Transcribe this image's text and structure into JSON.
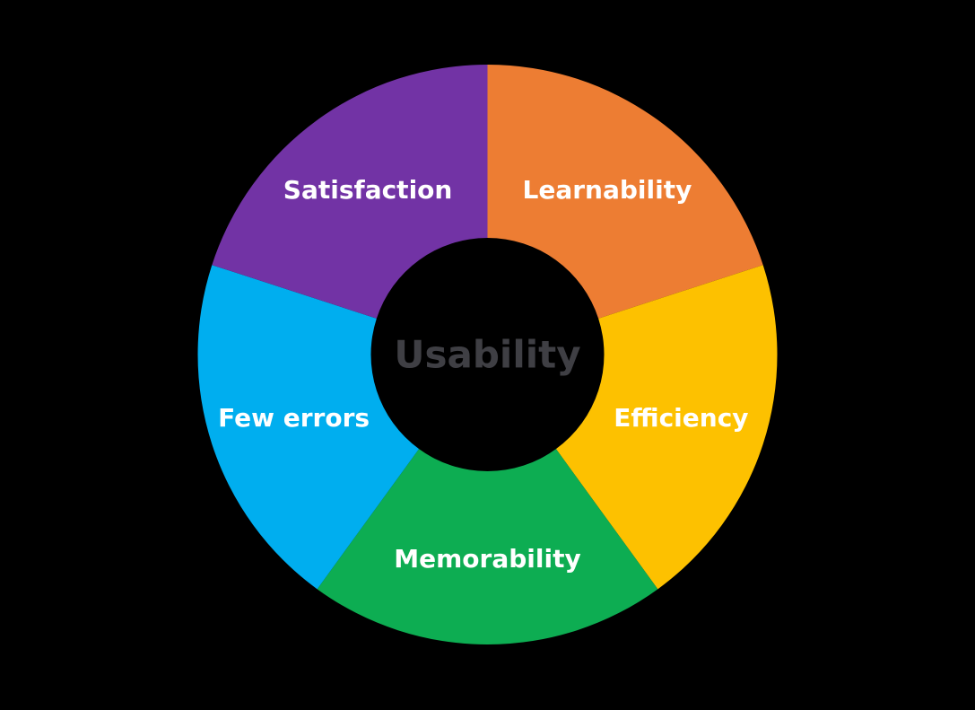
{
  "canvas": {
    "background": "#000000"
  },
  "chart_data": {
    "type": "pie",
    "subtype": "donut",
    "center_label": "Usability",
    "center_label_color": "#3f3f44",
    "slice_label_color": "#ffffff",
    "categories": [
      "Learnability",
      "Efficiency",
      "Memorability",
      "Few errors",
      "Satisfaction"
    ],
    "values": [
      20,
      20,
      20,
      20,
      20
    ],
    "colors": [
      "#ED7D33",
      "#FDC100",
      "#0DAD52",
      "#00AEEF",
      "#7233A5"
    ],
    "start_angle_deg": 0,
    "direction": "clockwise",
    "inner_radius_ratio": 0.4,
    "legend_position": "none",
    "labels_inside": true,
    "title": "Usability"
  }
}
